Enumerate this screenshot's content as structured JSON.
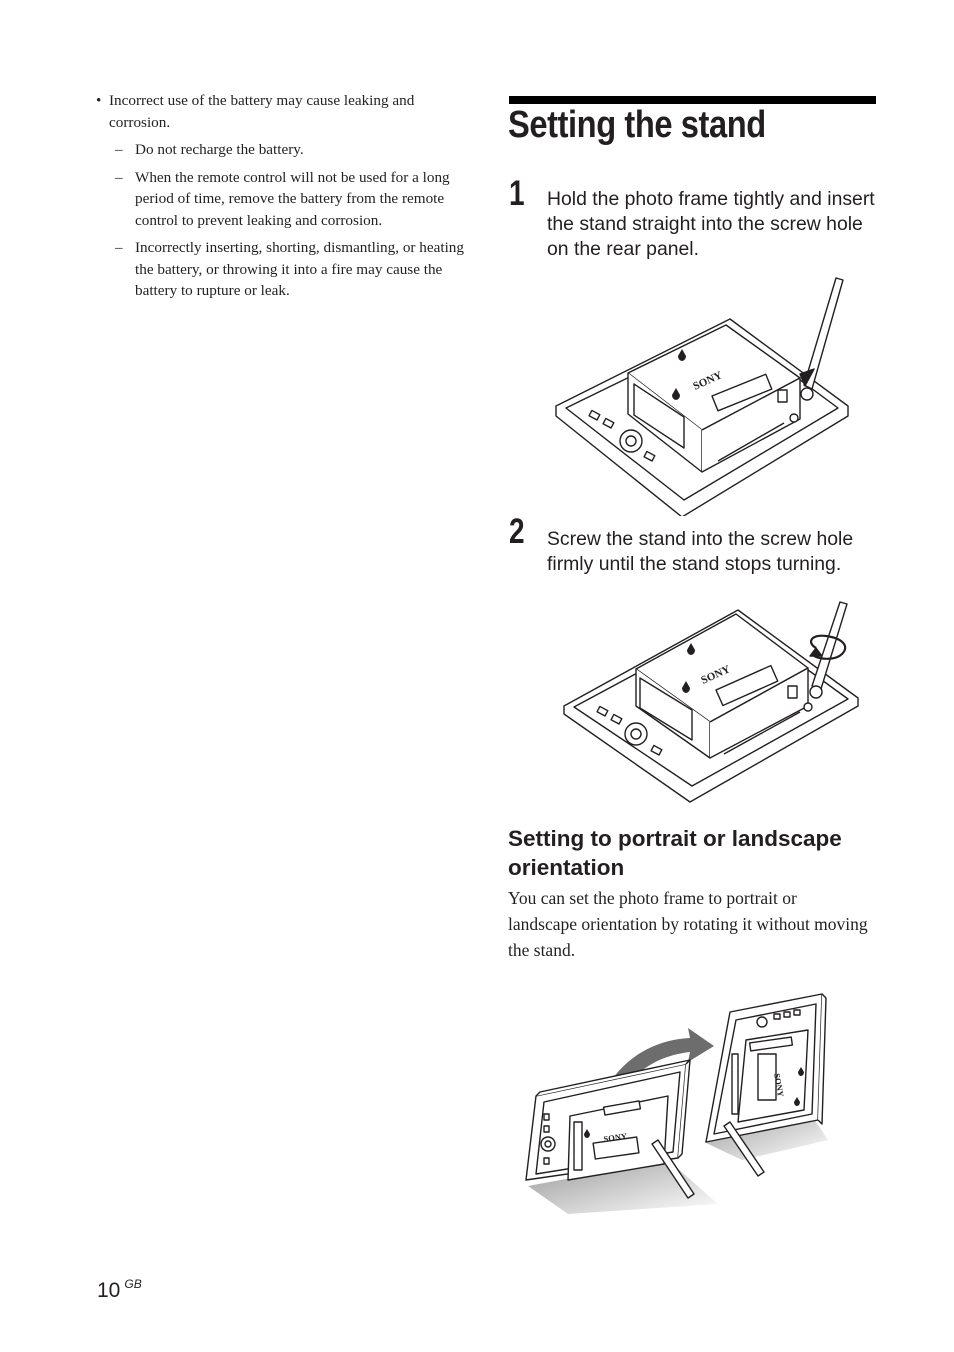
{
  "left_column": {
    "bullet": "Incorrect use of the battery may cause leaking and corrosion.",
    "bullet_mark": "•",
    "dash_mark": "–",
    "sub_items": [
      "Do not recharge the battery.",
      "When the remote control will not be used for a long period of time, remove the battery from the remote control to prevent leaking and corrosion.",
      "Incorrectly inserting, shorting, dismantling, or heating the battery, or throwing it into a fire may cause the battery to rupture or leak."
    ]
  },
  "section": {
    "title": "Setting the stand",
    "steps": [
      {
        "number": "1",
        "text": "Hold the photo frame tightly and insert the stand straight into the screw hole on the rear panel."
      },
      {
        "number": "2",
        "text": "Screw the stand into the screw hole firmly until the stand stops turning."
      }
    ],
    "subheading": "Setting to portrait or landscape orientation",
    "body": "You can set the photo frame to portrait or landscape orientation by rotating it without moving the stand."
  },
  "illustrations": {
    "brand_label": "SONY"
  },
  "footer": {
    "page_number": "10",
    "region": "GB"
  }
}
